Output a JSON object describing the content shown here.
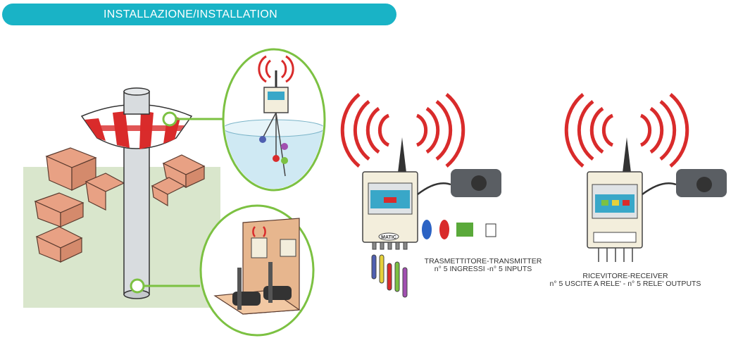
{
  "header": {
    "title": "INSTALLAZIONE/INSTALLATION"
  },
  "transmitter": {
    "badge": "MATIC",
    "caption_line1": "TRASMETTITORE-TRANSMITTER",
    "caption_line2": "n° 5 INGRESSI -n° 5 INPUTS"
  },
  "receiver": {
    "caption_line1": "RICEVITORE-RECEIVER",
    "caption_line2": "n° 5 USCITE A RELE' - n° 5 RELE' OUTPUTS"
  },
  "colors": {
    "accent": "#19b3c6",
    "signal_red": "#d92b2b",
    "ground_green": "#d9e6cc",
    "callout_green": "#7cc142"
  },
  "icons": [
    "antenna-icon",
    "signal-waves-icon",
    "power-plug-icon",
    "float-sensor-icon",
    "relay-icon"
  ]
}
